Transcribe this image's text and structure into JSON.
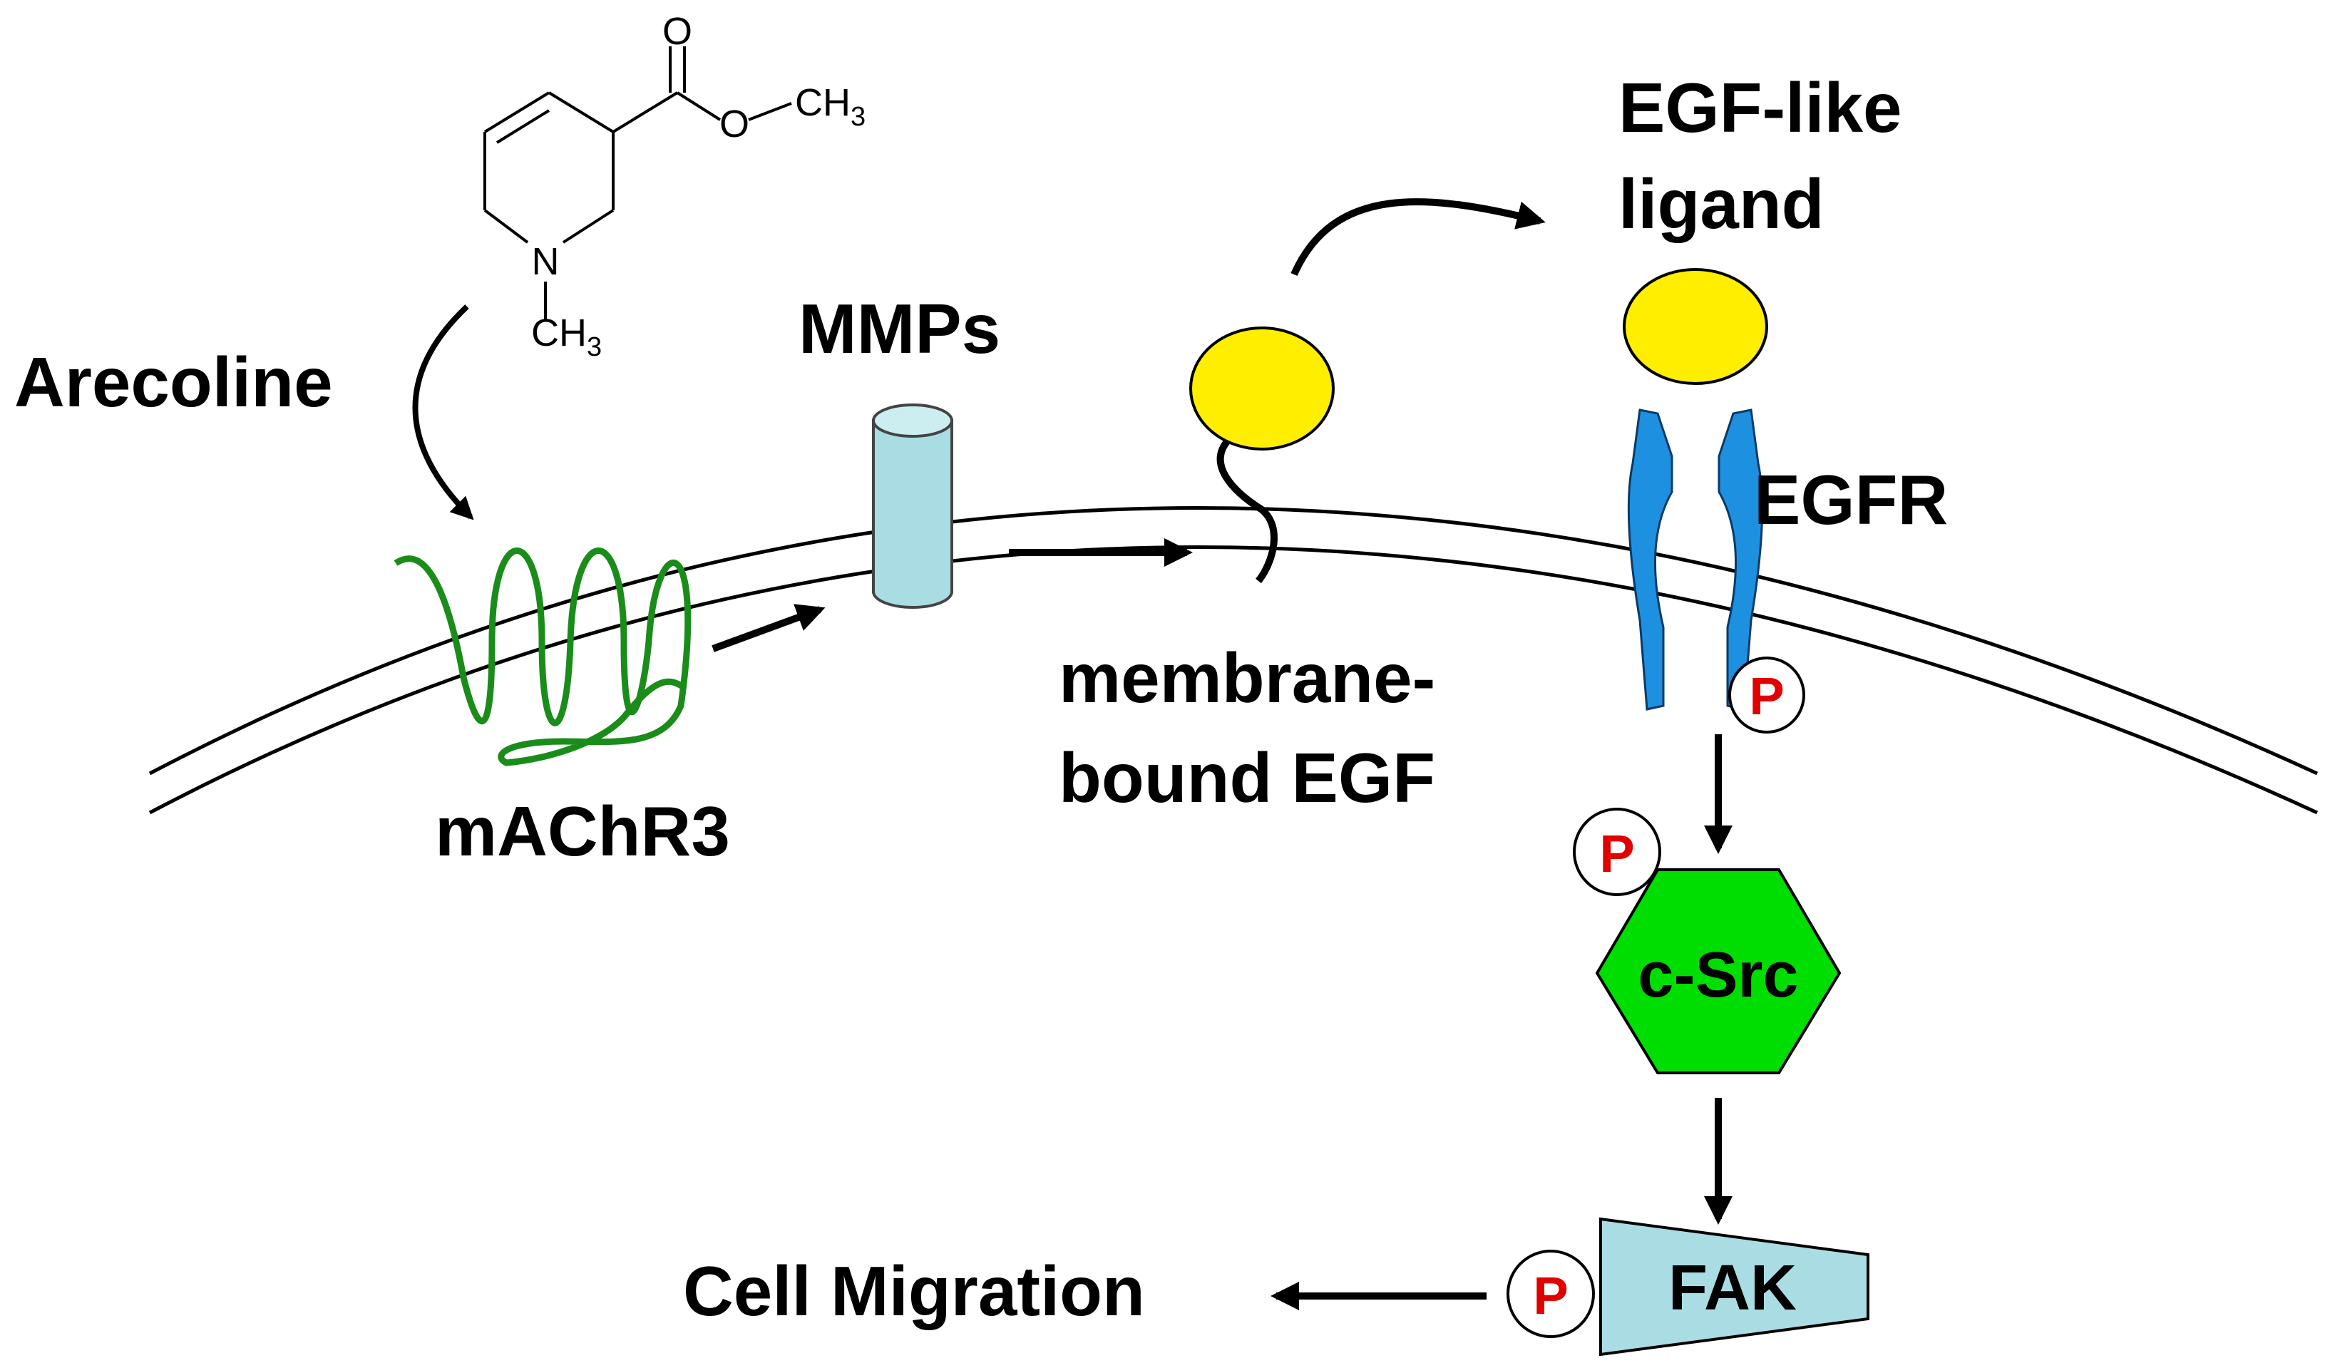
{
  "labels": {
    "arecoline": "Arecoline",
    "machr3": "mAChR3",
    "mmps": "MMPs",
    "membrane_bound_egf_line1": "membrane-",
    "membrane_bound_egf_line2": "bound EGF",
    "egf_like_ligand_line1": "EGF-like",
    "egf_like_ligand_line2": "ligand",
    "egfr": "EGFR",
    "c_src": "c-Src",
    "fak": "FAK",
    "cell_migration": "Cell Migration"
  },
  "molecule": {
    "atom_o_carbonyl": "O",
    "atom_o_ester": "O",
    "atom_n": "N",
    "methyl_ester": "CH",
    "methyl_ester_sub": "3",
    "methyl_n": "CH",
    "methyl_n_sub": "3"
  },
  "phospho": {
    "symbol": "P"
  },
  "colors": {
    "ligand": "#ffee00",
    "mmp_cylinder": "#a9dde3",
    "egfr": "#1e90e0",
    "machr3": "#1a8c1a",
    "c_src": "#00dd00",
    "fak": "#a9dde3",
    "phospho_text": "#e00000"
  }
}
